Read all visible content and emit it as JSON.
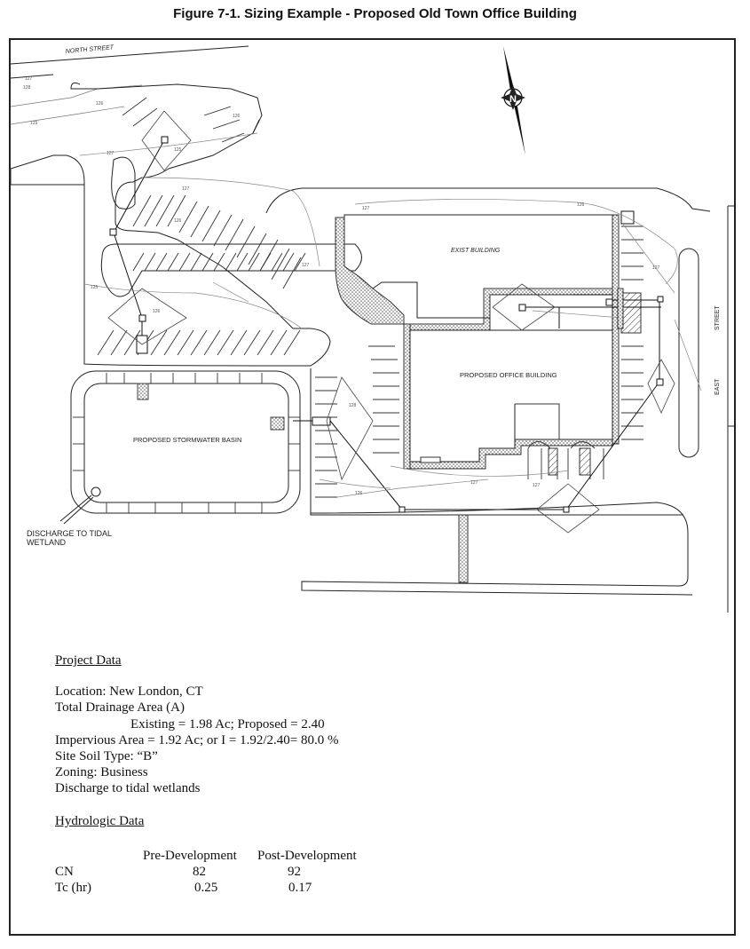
{
  "figure_title": "Figure 7-1. Sizing Example - Proposed Old Town Office Building",
  "plan": {
    "north_street": "NORTH STREET",
    "east_street_1": "STREET",
    "east_street_2": "EAST",
    "exist_building": "EXIST BUILDING",
    "proposed_office": "PROPOSED OFFICE BUILDING",
    "proposed_basin": "PROPOSED STORMWATER BASIN",
    "discharge_1": "DISCHARGE TO TIDAL",
    "discharge_2": "WETLAND",
    "north_arrow_letter": "N",
    "contours": [
      "127",
      "128",
      "126",
      "125",
      "127",
      "126",
      "125",
      "127",
      "126",
      "125",
      "127",
      "126",
      "127",
      "126",
      "127",
      "128",
      "127",
      "127",
      "126"
    ]
  },
  "project_data": {
    "heading": "Project Data",
    "location": "Location:  New London, CT",
    "total_area": "Total Drainage Area (A)",
    "existing": "Existing = 1.98 Ac; Proposed = 2.40",
    "impervious": "Impervious Area = 1.92 Ac; or I = 1.92/2.40= 80.0 %",
    "soil_label": "Site Soil Type: ",
    "soil_value": " “B”",
    "zoning": "Zoning: Business",
    "discharge": "Discharge to tidal wetlands"
  },
  "hydrologic_data": {
    "heading": "Hydrologic Data",
    "col_pre": "Pre-Development",
    "col_post": "Post-Development",
    "rows": [
      {
        "label": "CN",
        "pre": "82",
        "post": "92"
      },
      {
        "label": "Tc (hr)",
        "pre": "0.25",
        "post": "0.17"
      }
    ]
  }
}
